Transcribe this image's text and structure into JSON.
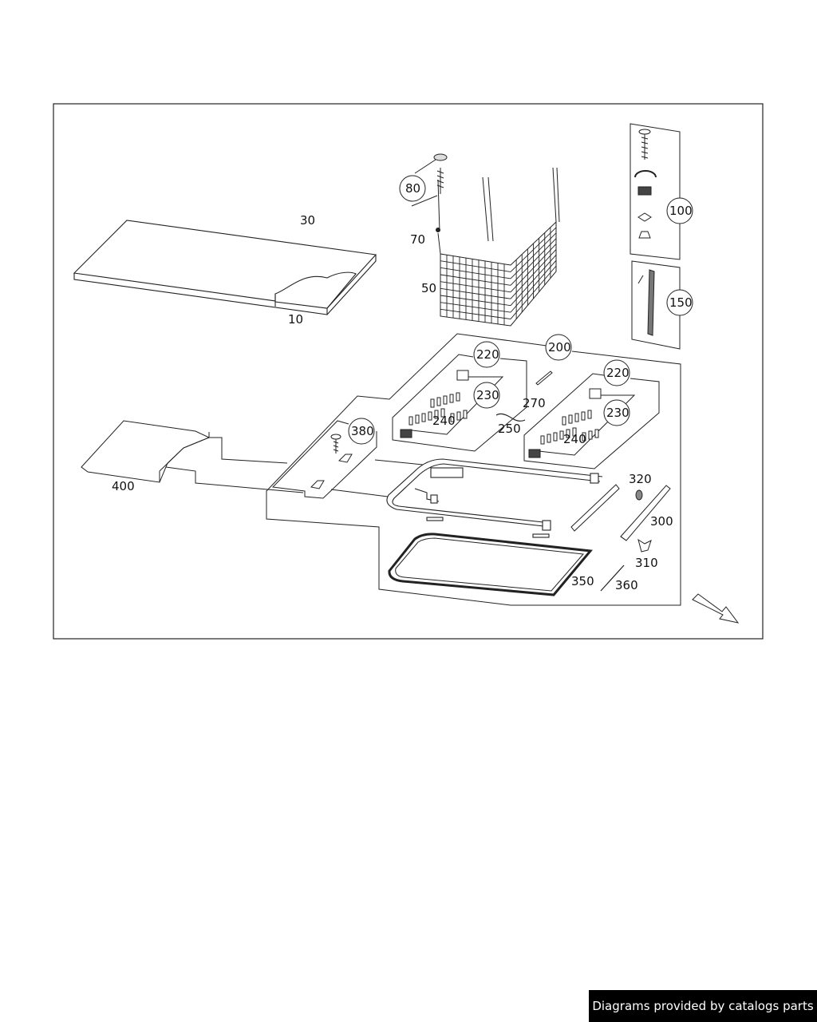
{
  "labels": {
    "p10": "10",
    "p30": "30",
    "p50": "50",
    "p70": "70",
    "p80": "80",
    "p100": "100",
    "p150": "150",
    "p200": "200",
    "p220a": "220",
    "p220b": "220",
    "p230a": "230",
    "p230b": "230",
    "p240a": "240",
    "p240b": "240",
    "p250": "250",
    "p270": "270",
    "p300": "300",
    "p310": "310",
    "p320": "320",
    "p350": "350",
    "p360": "360",
    "p380": "380",
    "p400": "400"
  },
  "footer": {
    "text": "Diagrams provided by catalogs parts"
  },
  "colors": {
    "line": "#222222",
    "background": "#ffffff",
    "footer_bg": "#000000",
    "footer_fg": "#ffffff"
  },
  "icons": {
    "direction": "arrow-icon"
  }
}
